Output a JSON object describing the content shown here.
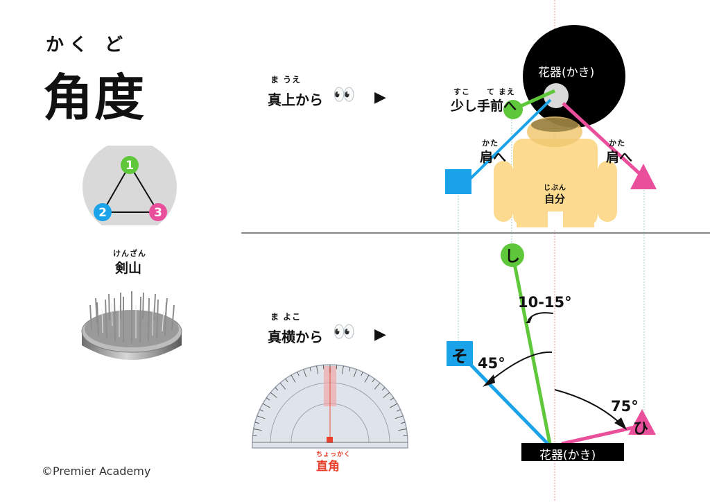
{
  "header": {
    "title_ruby": "かく ど",
    "title": "角度"
  },
  "kenzan": {
    "node1": "1",
    "node2": "2",
    "node3": "3",
    "ruby": "けんざん",
    "label": "剣山"
  },
  "top_view": {
    "ruby": "ま うえ",
    "label": "真上から",
    "eyes": "👀",
    "arrow": "▶",
    "vase_label": "花器(かき)",
    "front_ruby": "すこ　　て まえ",
    "front_label": "少し手前へ",
    "shoulder_ruby": "かた",
    "shoulder_label": "肩へ",
    "self_ruby": "じぶん",
    "self_label": "自分"
  },
  "side_view": {
    "ruby": "ま よこ",
    "label": "真横から",
    "eyes": "👀",
    "arrow": "▶",
    "stem_shin": "し",
    "stem_soe": "そ",
    "stem_hikae": "ひ",
    "angle_shin": "10-15°",
    "angle_soe": "45°",
    "angle_hikae": "75°",
    "vase_label": "花器(かき)"
  },
  "protractor": {
    "ruby": "ちょっかく",
    "label": "直角"
  },
  "footer": {
    "copyright": "©Premier Academy"
  },
  "colors": {
    "green": "#5ec73a",
    "blue": "#1aa3e8",
    "pink": "#ea4f9c",
    "red": "#e8402a",
    "body": "#fcd98a"
  }
}
